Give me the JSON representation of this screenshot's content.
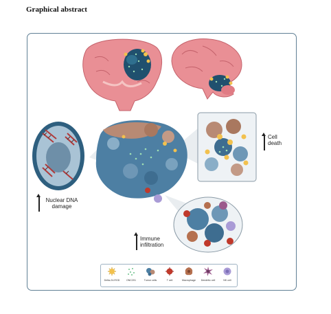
{
  "header": {
    "title": "Graphical abstract"
  },
  "labels": {
    "cell_death_1": "Cell",
    "cell_death_2": "death",
    "dna_damage_1": "Nuclear DNA",
    "dna_damage_2": "damage",
    "immune_1": "Immune",
    "immune_2": "infiltration"
  },
  "legend": {
    "items": [
      {
        "label": "Delta-24-RGD",
        "icon": "virus-icon",
        "color": "#f2c14e"
      },
      {
        "label": "ONC201",
        "icon": "drug-dots-icon",
        "color": "#6cc28a"
      },
      {
        "label": "Tumor cells",
        "icon": "tumor-cells-icon",
        "color": "#4d7fa3"
      },
      {
        "label": "T cell",
        "icon": "t-cell-icon",
        "color": "#c0392b"
      },
      {
        "label": "Macrophage",
        "icon": "macrophage-icon",
        "color": "#b5704f"
      },
      {
        "label": "Dendritic cell",
        "icon": "dendritic-cell-icon",
        "color": "#9b5a8c"
      },
      {
        "label": "NK cell",
        "icon": "nk-cell-icon",
        "color": "#a99bd6"
      }
    ]
  }
}
